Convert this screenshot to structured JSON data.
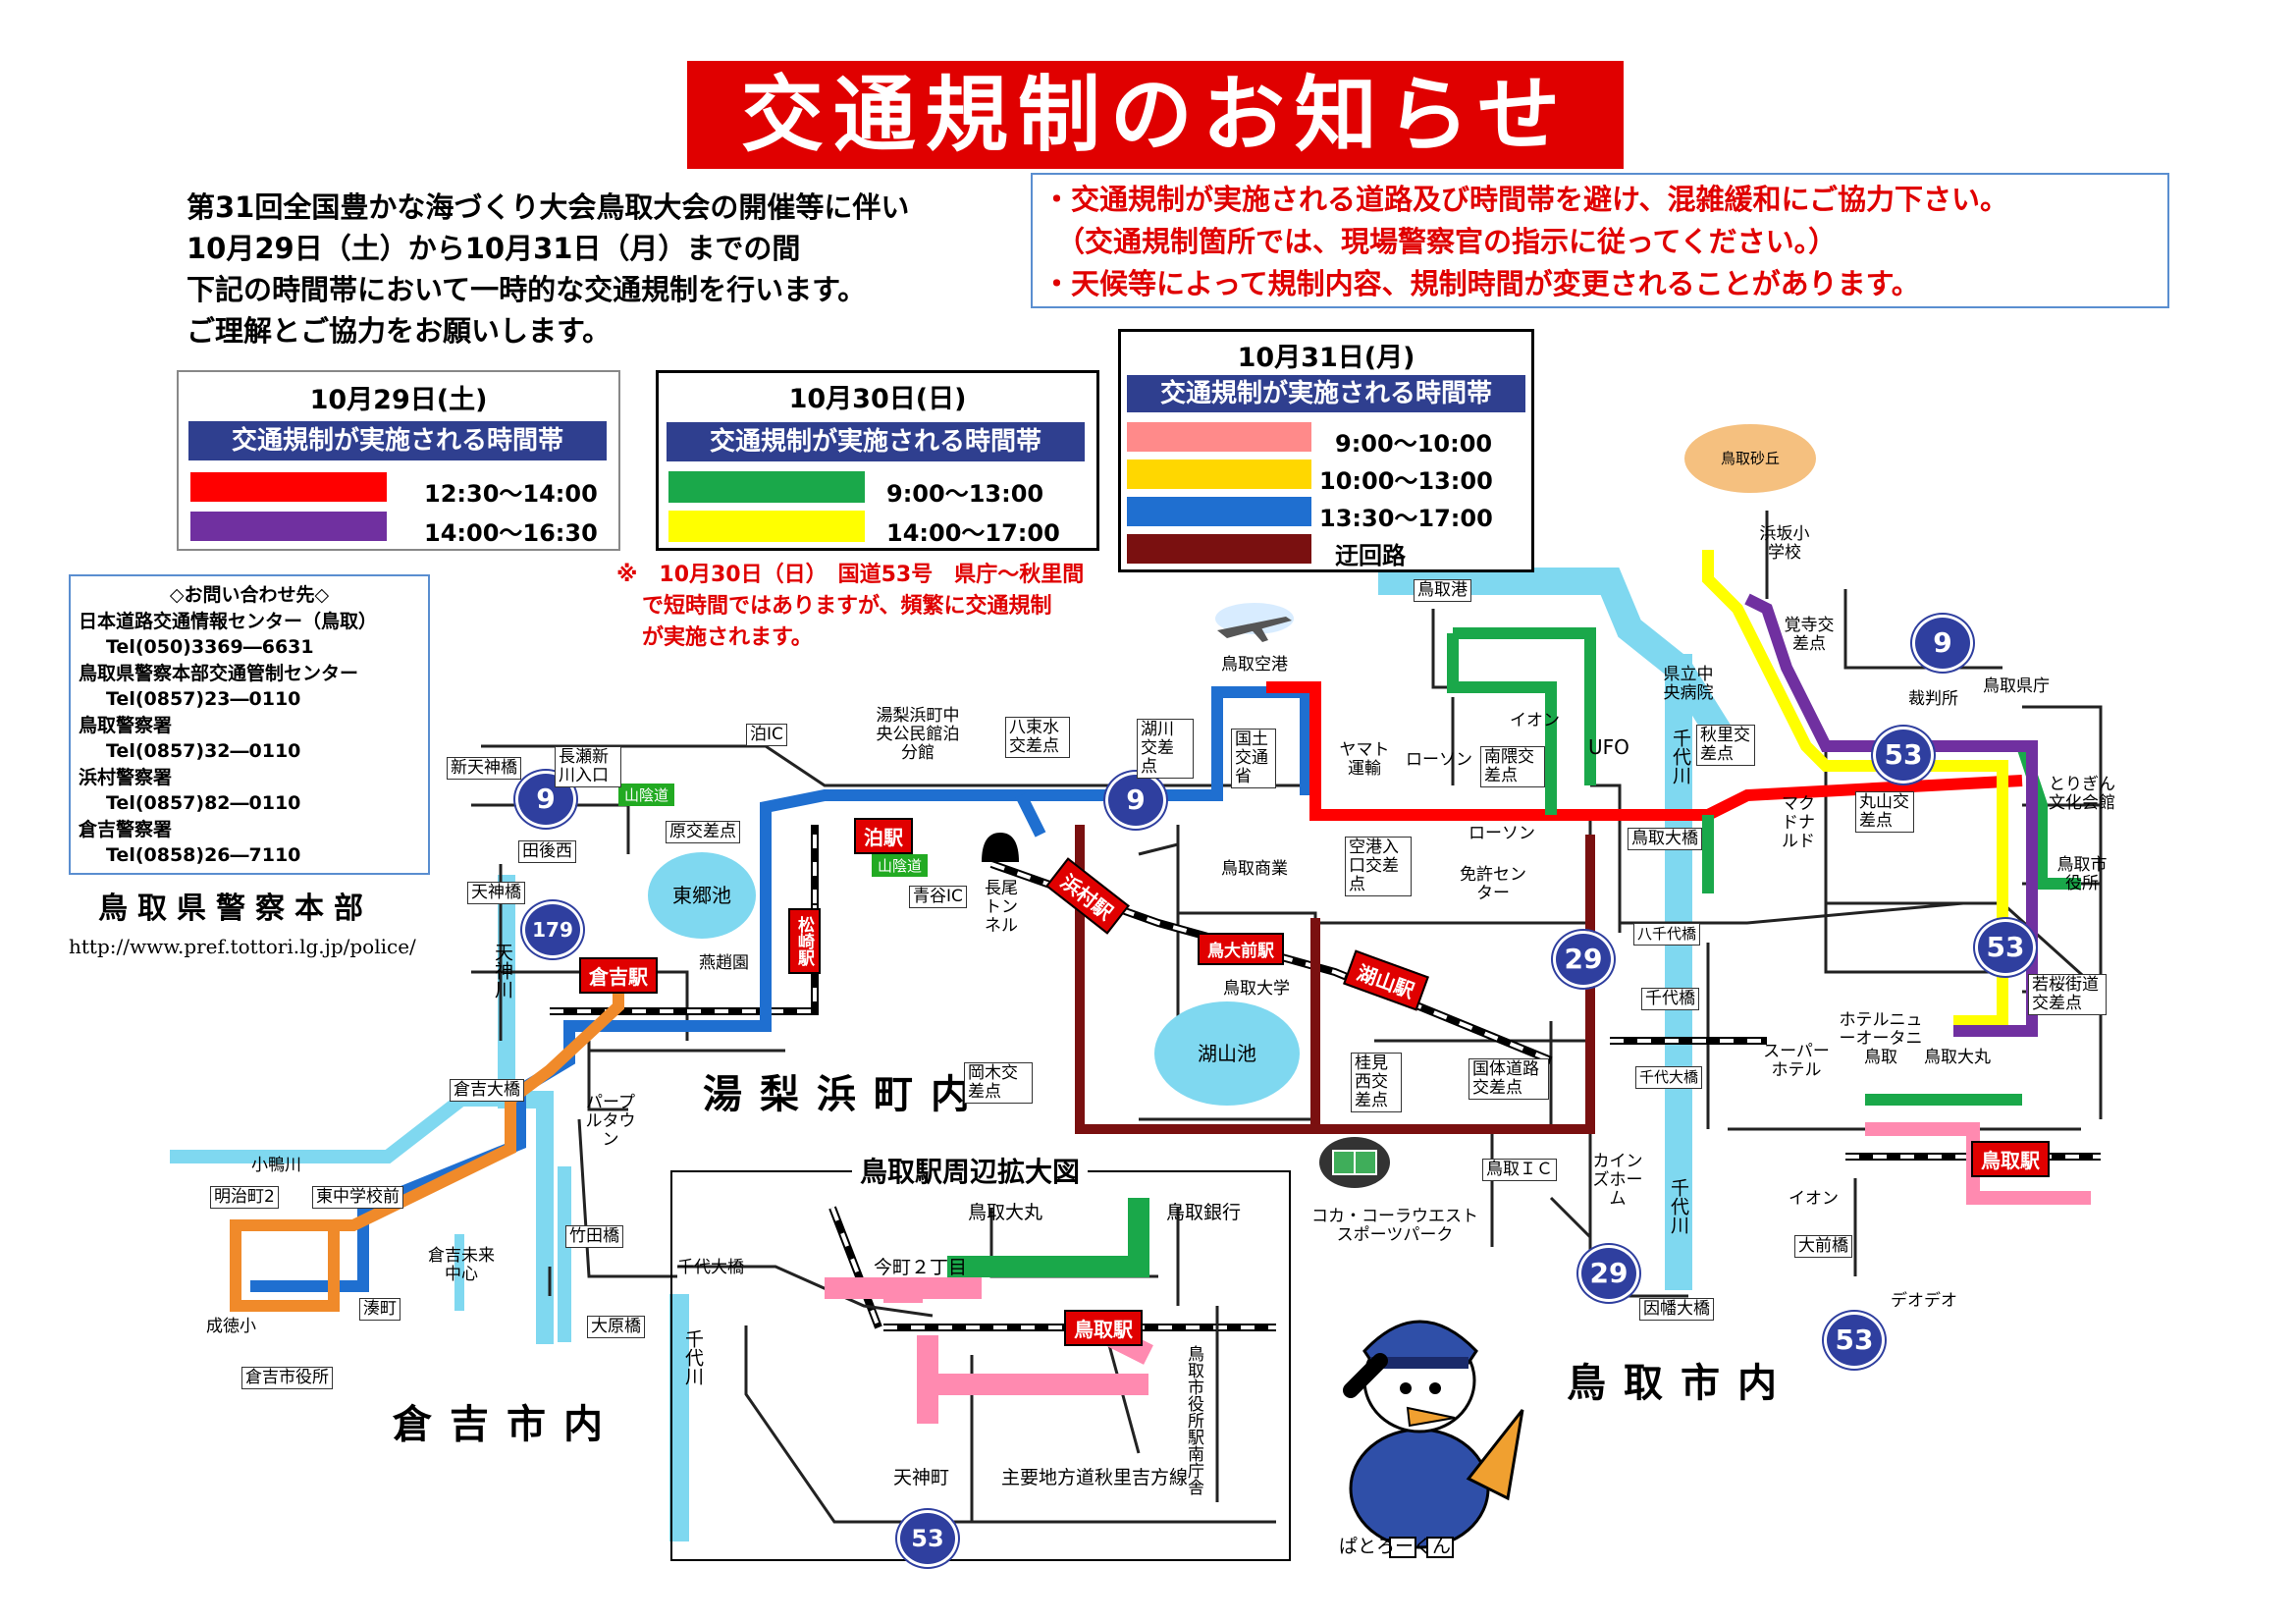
{
  "title": "交通規制のお知らせ",
  "intro": {
    "line1": "第31回全国豊かな海づくり大会鳥取大会の開催等に伴い",
    "line2": "10月29日（土）から10月31日（月）までの間",
    "line3": "下記の時間帯において一時的な交通規制を行います。",
    "line4": "ご理解とご協力をお願いします。"
  },
  "notice": {
    "line1": "・交通規制が実施される道路及び時間帯を避け、混雑緩和にご協力下さい。",
    "line2": "（交通規制箇所では、現場警察官の指示に従ってください。）",
    "line3": "・天候等によって規制内容、規制時間が変更されることがあります。"
  },
  "legends": {
    "oct29": {
      "date": "10月29日(土)",
      "header": "交通規制が実施される時間帯",
      "items": [
        {
          "color": "#ff0000",
          "time": "12:30～14:00"
        },
        {
          "color": "#7030a0",
          "time": "14:00～16:30"
        }
      ]
    },
    "oct30": {
      "date": "10月30日(日)",
      "header": "交通規制が実施される時間帯",
      "items": [
        {
          "color": "#1aa84a",
          "time": "9:00～13:00"
        },
        {
          "color": "#ffff00",
          "time": "14:00～17:00"
        }
      ]
    },
    "oct31": {
      "date": "10月31日(月)",
      "header": "交通規制が実施される時間帯",
      "items": [
        {
          "color": "#ff8a8a",
          "time": "9:00～10:00"
        },
        {
          "color": "#ffd700",
          "time": "10:00～13:00"
        },
        {
          "color": "#1f6fd0",
          "time": "13:30～17:00"
        },
        {
          "color": "#7a1010",
          "time": "迂回路"
        }
      ]
    }
  },
  "note30": {
    "line1": "※　10月30日（日）　国道53号　県庁～秋里間",
    "line2": "で短時間ではありますが、頻繁に交通規制",
    "line3": "が実施されます。"
  },
  "contact": {
    "heading": "◇お問い合わせ先◇",
    "entries": [
      {
        "name": "日本道路交通情報センター（鳥取）",
        "tel": "Tel(050)3369―6631"
      },
      {
        "name": "鳥取県警察本部交通管制センター",
        "tel": "Tel(0857)23―0110"
      },
      {
        "name": "鳥取警察署",
        "tel": "Tel(0857)32―0110"
      },
      {
        "name": "浜村警察署",
        "tel": "Tel(0857)82―0110"
      },
      {
        "name": "倉吉警察署",
        "tel": "Tel(0858)26―7110"
      }
    ]
  },
  "hq": "鳥取県警察本部",
  "url": "http://www.pref.tottori.lg.jp/police/",
  "areas": {
    "yurihama": "湯梨浜町内",
    "kurayoshi": "倉吉市内",
    "tottori": "鳥取市内"
  },
  "inset_title": "鳥取駅周辺拡大図",
  "stations": {
    "tomari": "泊駅",
    "kurayoshi": "倉吉駅",
    "hamamura": "浜村駅",
    "todaimae": "鳥大前駅",
    "koyama": "湖山駅",
    "tottori": "鳥取駅",
    "tottori_inset": "鳥取駅"
  },
  "ponds": {
    "togo": "東郷池",
    "koyama": "湖山池"
  },
  "dune": "鳥取砂丘",
  "routes": {
    "r9a": "9",
    "r9b": "9",
    "r9c": "9",
    "r179": "179",
    "r29a": "29",
    "r29b": "29",
    "r53a": "53",
    "r53b": "53",
    "r53c": "53",
    "r53d": "53"
  },
  "ic": {
    "sanin1": "山陰道",
    "sanin2": "山陰道"
  },
  "places": {
    "shintenjinbashi": "新天神橋",
    "nagasegawa": "長瀬新川入口",
    "tomari_ic": "泊IC",
    "yurihama_center": "湯梨浜町中央公民館泊分館",
    "hattosui": "八束水交差点",
    "hirokawa": "湖川交差点",
    "tottori_airport": "鳥取空港",
    "kokudo": "国土交通省",
    "yamato": "ヤマト運輸",
    "lawson1": "ローソン",
    "nankou": "南隈交差点",
    "aeon1": "イオン",
    "ufo": "UFO",
    "kenritsu": "県立中央病院",
    "akisato": "秋里交差点",
    "chiyogawa1": "千代川",
    "hamasaka": "浜坂小学校",
    "kakuji": "覚寺交差点",
    "saibansho": "裁判所",
    "kencho": "鳥取県庁",
    "torigin": "とりぎん文化会館",
    "shiyakusho": "鳥取市役所",
    "marukyama": "丸山交差点",
    "macdonald": "マクドナルド",
    "tottori_ohashi": "鳥取大橋",
    "yachiyobashi": "八千代橋",
    "chiyobashi": "千代橋",
    "sengyodai": "千代大橋",
    "wakasa": "若桜街道交差点",
    "hotel_new_otani": "ホテルニューオータニ鳥取",
    "super_hotel": "スーパーホテル",
    "daimaru": "鳥取大丸",
    "hara": "原交差点",
    "tawa": "田後西",
    "tenjinbashi": "天神橋",
    "tenjingawa": "天神川",
    "enetsuen": "燕趙園",
    "matsuzaki": "松崎駅",
    "aoya_ic": "青谷IC",
    "nagao": "長尾トンネル",
    "kukou_iriguchi": "空港入口交差点",
    "tottori_shogyo": "鳥取商業",
    "tottori_univ": "鳥取大学",
    "lawson2": "ローソン",
    "menkyo": "免許センター",
    "keiken": "桂見西交差点",
    "kokutai": "国体道路交差点",
    "okagi": "岡木交差点",
    "kurayoshi_ohashi": "倉吉大橋",
    "kogamogawa": "小鴨川",
    "meiji2": "明治町2",
    "higashi_chugaku": "東中学校前",
    "purple_town": "パープルタウン",
    "takeda": "竹田橋",
    "kurayoshi_mirai": "倉吉未来中心",
    "minato": "湊町",
    "ohara": "大原橋",
    "seitoku": "成徳小",
    "kurayoshi_shiyakusho": "倉吉市役所",
    "tottori_ic": "鳥取ＩＣ",
    "cainz": "カインズホーム",
    "aeon2": "イオン",
    "chiyogawa2": "千代川",
    "daisen": "大前橋",
    "inaba": "因幡大橋",
    "deodeo": "デオデオ",
    "coca_cola": "コカ・コーラウエストスポーツパーク",
    "mascot_name": "ぱとろーくん",
    "tottori_port": "鳥取港",
    "inset_sengyodai": "千代大橋",
    "inset_chiyogawa": "千代川",
    "inset_daimaru": "鳥取大丸",
    "inset_bank": "鳥取銀行",
    "inset_imamachi": "今町２丁目",
    "inset_ekiminami": "鳥取市役所駅南庁舎",
    "inset_tenjin": "天神町",
    "inset_route": "主要地方道秋里吉方線",
    "inset_r53": "53"
  }
}
